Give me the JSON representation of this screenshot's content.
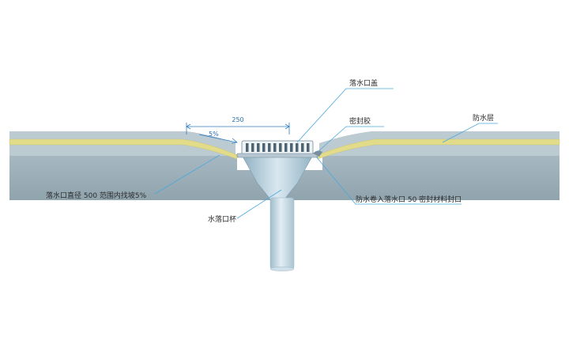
{
  "dimension": {
    "width_label": "250",
    "slope_label": "5%"
  },
  "labels": {
    "drain_cover": "落水口盖",
    "sealant": "密封胶",
    "waterproof_layer": "防水层",
    "slope_note": "落水口直径 500 范围内找坡5%",
    "drain_cup": "水落口杯",
    "membrane_note": "防水卷入落水口 50 密封材料封口"
  },
  "colors": {
    "concrete": "#9fb2bc",
    "screed": "#b9c8cf",
    "waterproof": "#e2dc8a",
    "pipe": "#c9dde8",
    "leader": "#4aa8dc"
  }
}
